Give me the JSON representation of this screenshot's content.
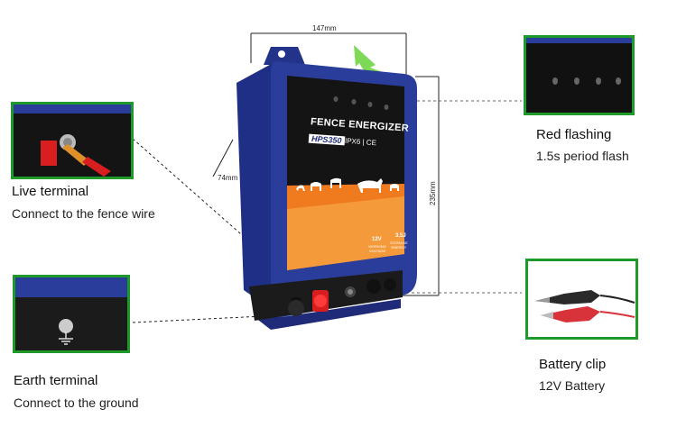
{
  "product": {
    "brand_label": "FENCE ENERGIZER",
    "model": "HPS350",
    "rating": "IPX6 | CE",
    "voltage_value": "12V",
    "voltage_label": "WORKING VOLTAGE",
    "energy_value": "3.5J",
    "energy_label": "STORAGE ENERGY"
  },
  "dimensions": {
    "width": "147mm",
    "depth": "74mm",
    "height": "235mm"
  },
  "callouts": {
    "live_title": "Live terminal",
    "live_sub": "Connect to the fence wire",
    "earth_title": "Earth terminal",
    "earth_sub": "Connect to the ground",
    "red_title": "Red flashing",
    "red_sub": "1.5s period flash",
    "battery_title": "Battery clip",
    "battery_sub": "12V Battery"
  },
  "colors": {
    "frame_green": "#1f9a2a",
    "case_blue": "#2a3d9a",
    "panel_orange": "#f07a1e",
    "arrow_green": "#7ed957"
  }
}
